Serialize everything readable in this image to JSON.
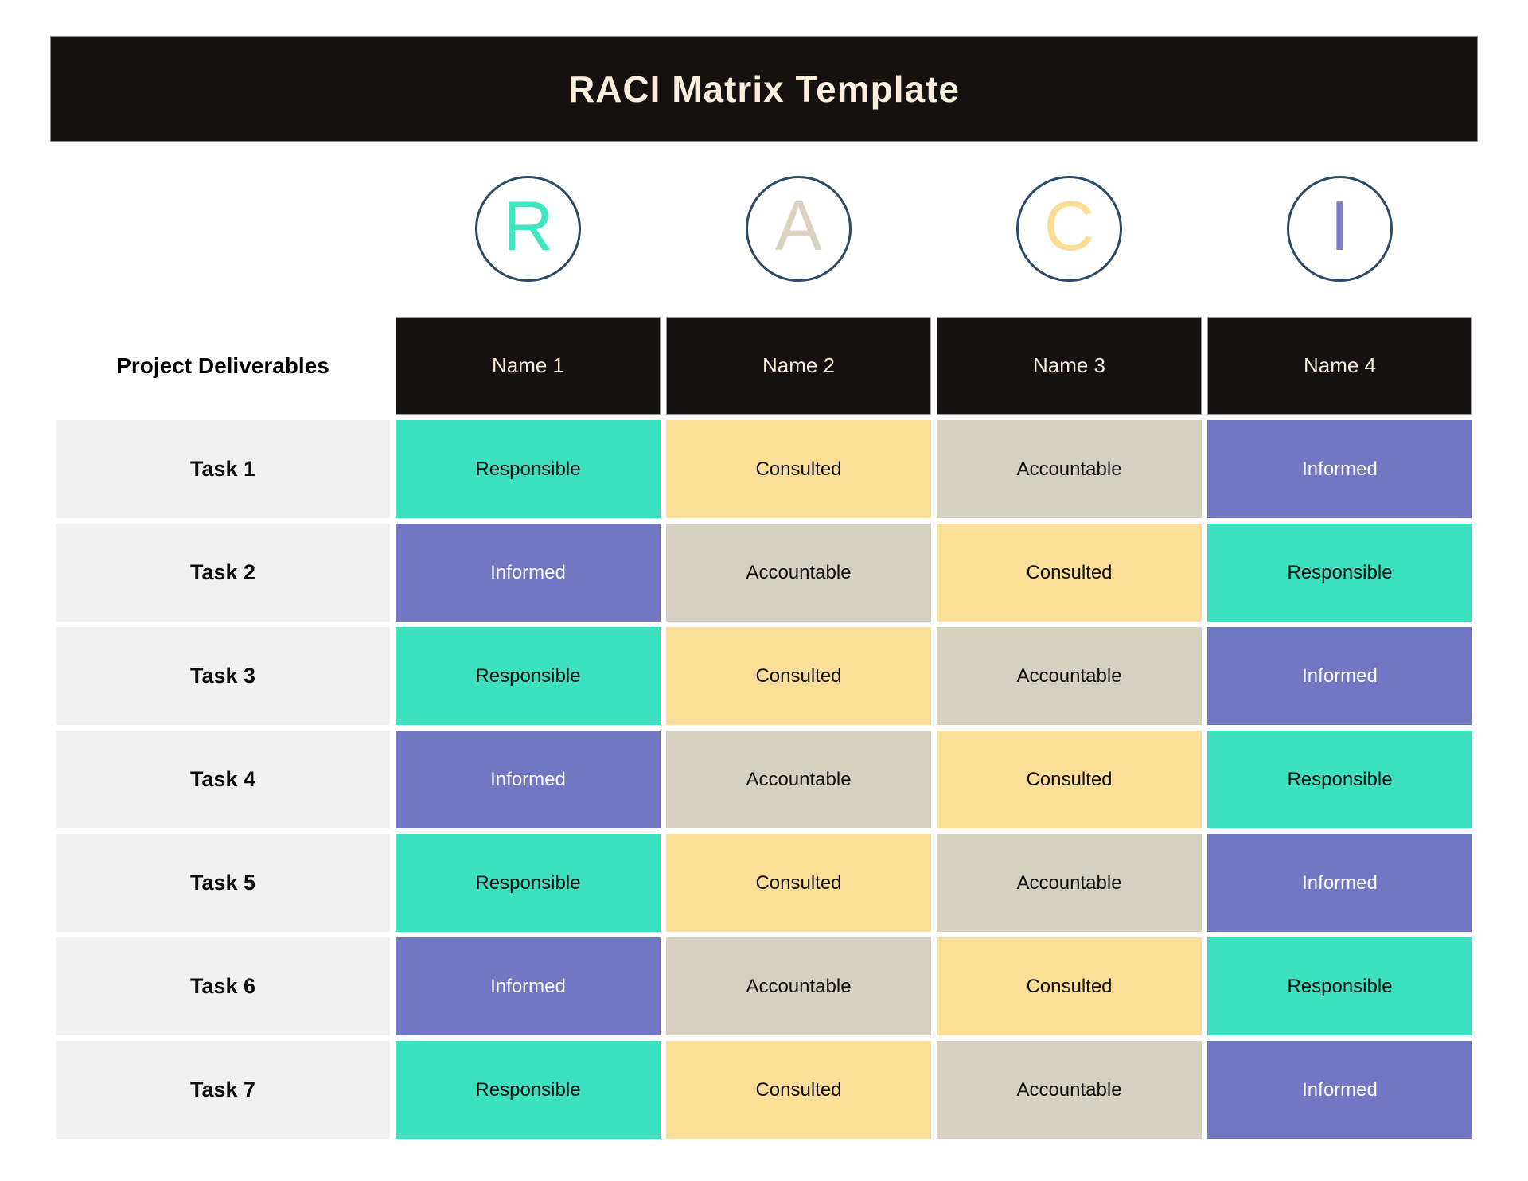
{
  "title": "RACI Matrix Template",
  "legend": [
    {
      "letter": "R",
      "color": "#40e5c2"
    },
    {
      "letter": "A",
      "color": "#d9d3bf"
    },
    {
      "letter": "C",
      "color": "#fbdd96"
    },
    {
      "letter": "I",
      "color": "#7b80cb"
    }
  ],
  "table": {
    "corner_header": "Project Deliverables",
    "columns": [
      "Name 1",
      "Name 2",
      "Name 3",
      "Name 4"
    ],
    "rows": [
      {
        "task": "Task 1",
        "roles": [
          "Responsible",
          "Consulted",
          "Accountable",
          "Informed"
        ]
      },
      {
        "task": "Task 2",
        "roles": [
          "Informed",
          "Accountable",
          "Consulted",
          "Responsible"
        ]
      },
      {
        "task": "Task 3",
        "roles": [
          "Responsible",
          "Consulted",
          "Accountable",
          "Informed"
        ]
      },
      {
        "task": "Task 4",
        "roles": [
          "Informed",
          "Accountable",
          "Consulted",
          "Responsible"
        ]
      },
      {
        "task": "Task 5",
        "roles": [
          "Responsible",
          "Consulted",
          "Accountable",
          "Informed"
        ]
      },
      {
        "task": "Task 6",
        "roles": [
          "Informed",
          "Accountable",
          "Consulted",
          "Responsible"
        ]
      },
      {
        "task": "Task 7",
        "roles": [
          "Responsible",
          "Consulted",
          "Accountable",
          "Informed"
        ]
      }
    ]
  },
  "role_colors": {
    "Responsible": {
      "bg": "#3de1bf",
      "text": "#111111"
    },
    "Consulted": {
      "bg": "#fbde97",
      "text": "#111111"
    },
    "Accountable": {
      "bg": "#d6d0c1",
      "text": "#111111"
    },
    "Informed": {
      "bg": "#7277c4",
      "text": "#fafafa"
    }
  },
  "colors": {
    "header_bg": "#151110",
    "header_text": "#f7ebda",
    "title_text": "#faeedc",
    "circle_stroke": "#2c4a68",
    "task_cell_bg": "#f1f1f1",
    "page_bg": "#ffffff"
  }
}
